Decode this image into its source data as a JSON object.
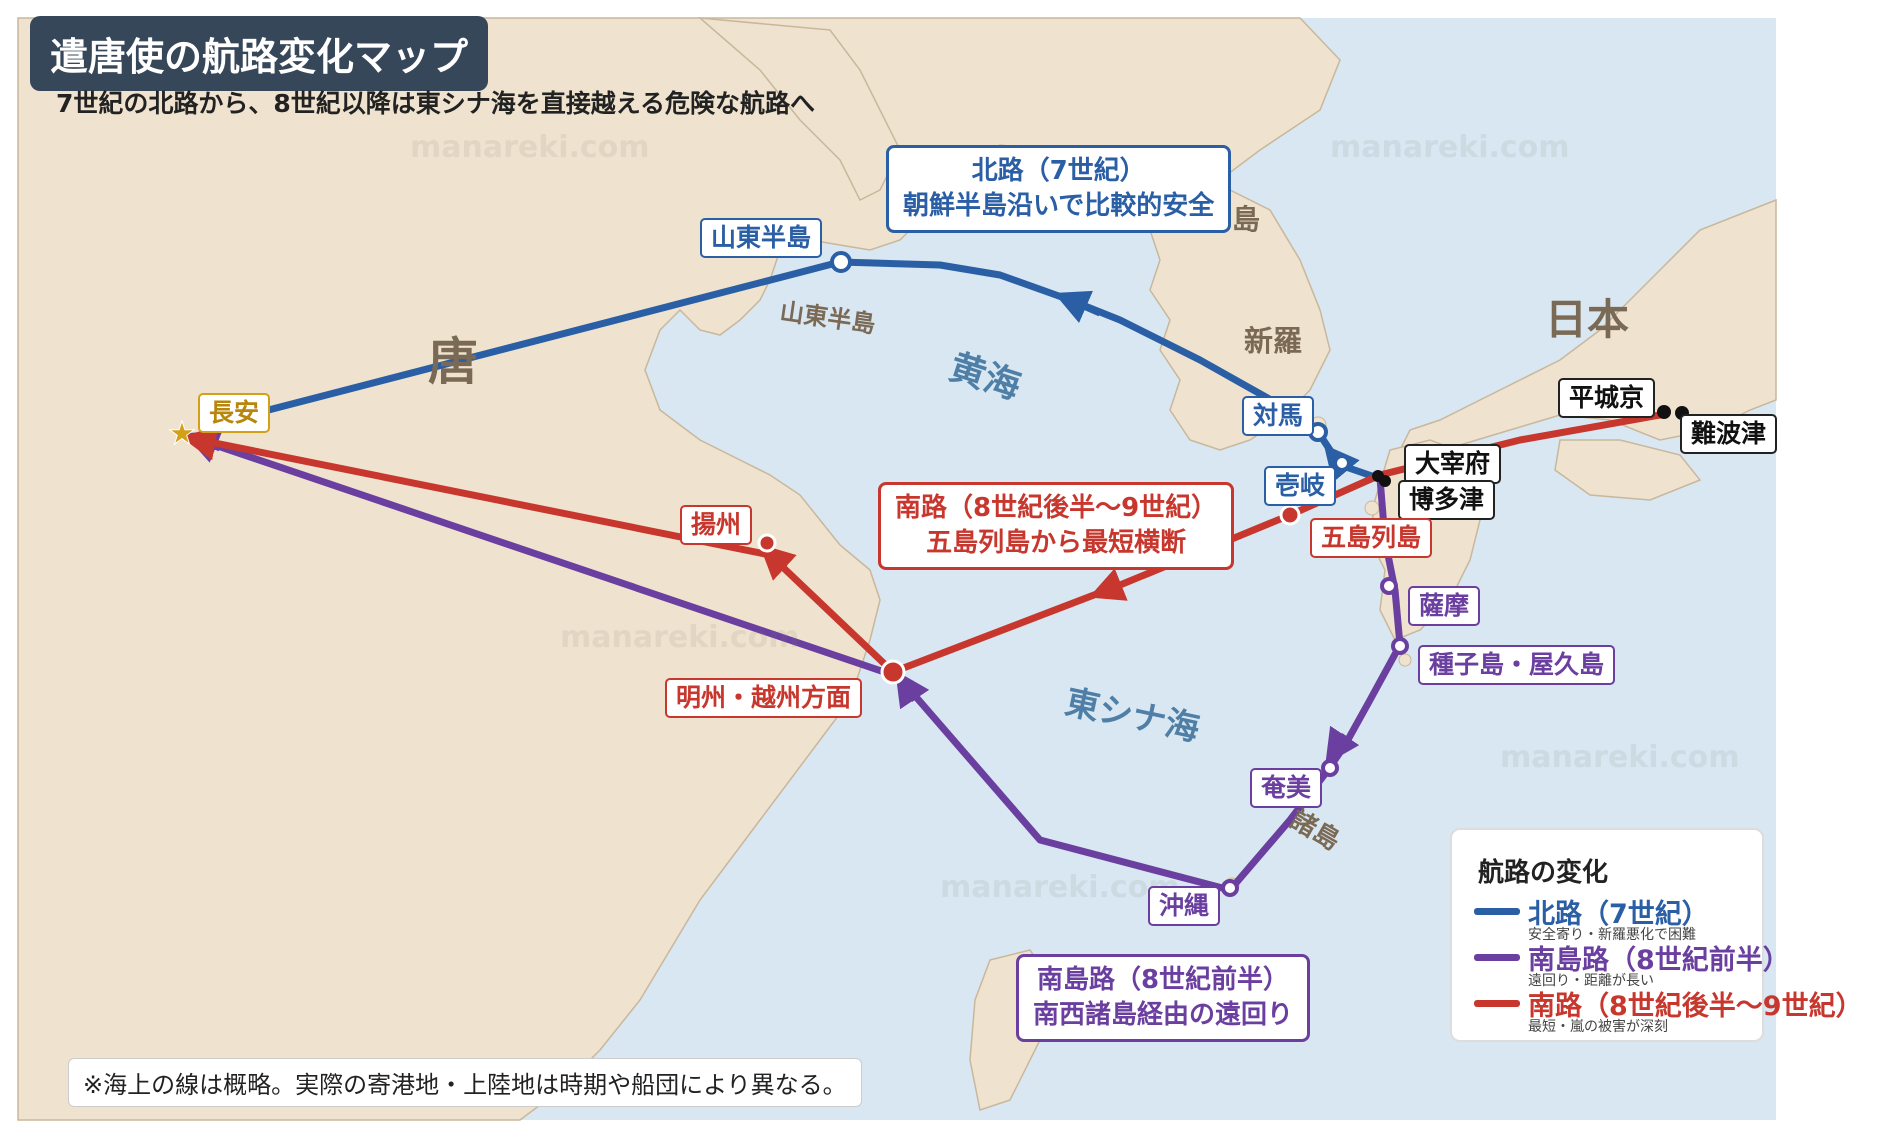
{
  "title": "遣唐使の航路変化マップ",
  "subtitle": "7世紀の北路から、8世紀以降は東シナ海を直接越える危険な航路へ",
  "watermark": "manareki.com",
  "colors": {
    "land": "#efe3cf",
    "sea": "#d8e7f1",
    "north_route": "#2a5ea5",
    "south_island_route": "#6a3fa0",
    "south_route": "#c8372d"
  },
  "regions": {
    "tang": "唐",
    "japan": "日本",
    "silla": "新羅",
    "shandong": "山東半島",
    "korea_partial": "島",
    "nansei_partial": "諸島"
  },
  "seas": {
    "yellow_sea": "黄海",
    "east_china_sea": "東シナ海"
  },
  "places": {
    "changan": "長安",
    "shandong": "山東半島",
    "yangzhou": "揚州",
    "mingzhou": "明州・越州方面",
    "tsushima": "対馬",
    "iki": "壱岐",
    "dazaifu": "大宰府",
    "hakata": "博多津",
    "goto": "五島列島",
    "heijo": "平城京",
    "naniwa": "難波津",
    "satsuma": "薩摩",
    "tanegashima": "種子島・屋久島",
    "amami": "奄美",
    "okinawa": "沖縄"
  },
  "callouts": {
    "north": [
      "北路（7世紀）",
      "朝鮮半島沿いで比較的安全"
    ],
    "south": [
      "南路（8世紀後半〜9世紀）",
      "五島列島から最短横断"
    ],
    "south_island": [
      "南島路（8世紀前半）",
      "南西諸島経由の遠回り"
    ]
  },
  "legend": {
    "title": "航路の変化",
    "items": [
      {
        "name": "北路（7世紀）",
        "desc": "安全寄り・新羅悪化で困難",
        "color": "#2a5ea5"
      },
      {
        "name": "南島路（8世紀前半）",
        "desc": "遠回り・距離が長い",
        "color": "#6a3fa0"
      },
      {
        "name": "南路（8世紀後半〜9世紀）",
        "desc": "最短・嵐の被害が深刻",
        "color": "#c8372d"
      }
    ]
  },
  "note": "※海上の線は概略。実際の寄港地・上陸地は時期や船団により異なる。"
}
